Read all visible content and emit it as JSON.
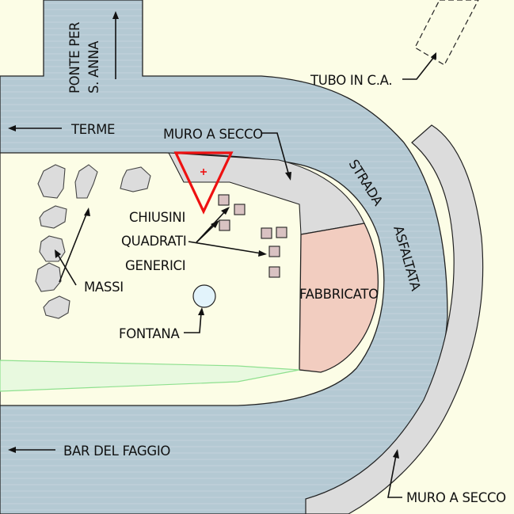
{
  "labels": {
    "ponte_line1": "PONTE PER",
    "ponte_line2": "S. ANNA",
    "tubo": "TUBO IN C.A.",
    "terme": "TERME",
    "muro_top": "MURO A SECCO",
    "strada": "STRADA",
    "asfaltata": "ASFALTATA",
    "chiusini": "CHIUSINI",
    "quadrati": "QUADRATI",
    "generici": "GENERICI",
    "massi": "MASSI",
    "fabbricato": "FABBRICATO",
    "fontana": "FONTANA",
    "bar": "BAR DEL FAGGIO",
    "muro_bottom": "MURO A SECCO"
  },
  "colors": {
    "ground": "#fcfde6",
    "road": "#b4c9d3",
    "road_stripe": "#c3d4dc",
    "wall": "#dcdcdc",
    "building": "#f2cdc0",
    "marker": "#ee1111",
    "boulder": "#dcdcdc",
    "chiusino": "#d9c2c2",
    "fountain": "#e2f3fb",
    "green": "#8fe08f"
  },
  "icons": {
    "marker": "red-triangle-marker-icon",
    "arrows": "north-arrow-icon"
  }
}
